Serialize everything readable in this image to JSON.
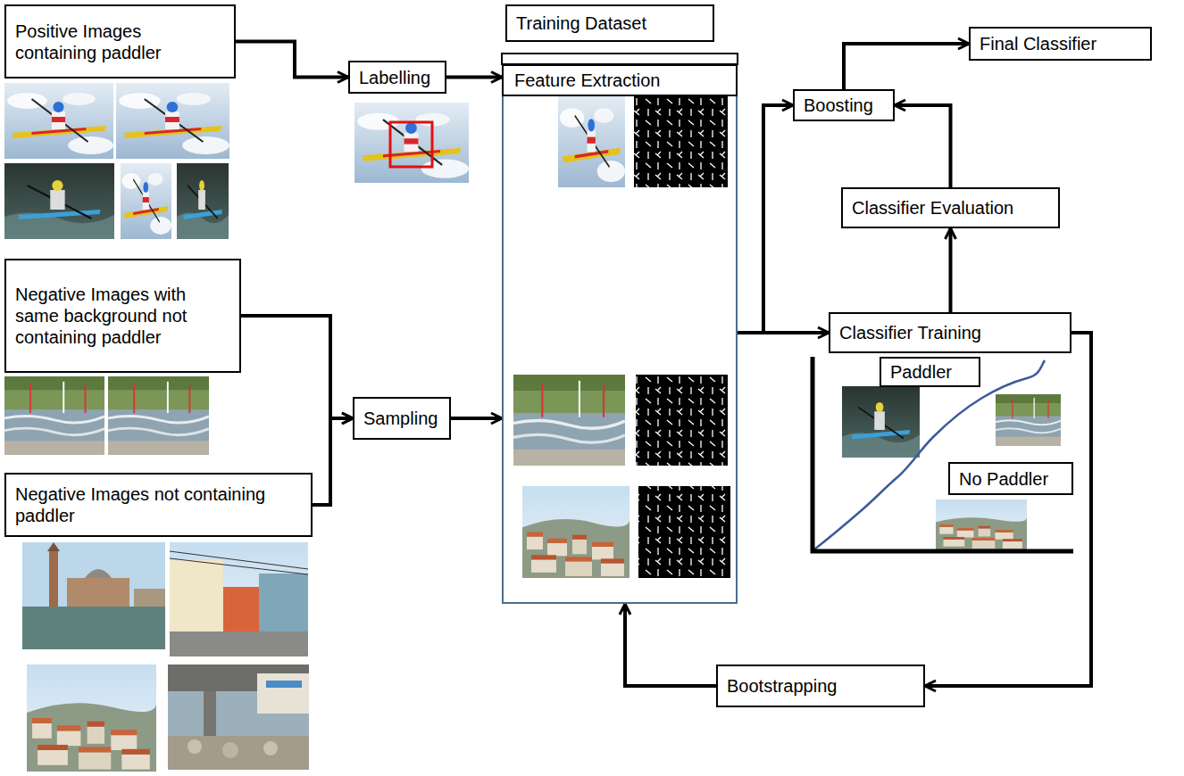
{
  "diagram": {
    "nodes": [
      {
        "text": [
          "Positive Images containing paddler"
        ]
      },
      {
        "text": [
          "Training Dataset"
        ]
      },
      {
        "text": [
          "Final Classifier"
        ]
      },
      {
        "text": [
          "Labelling"
        ]
      },
      {
        "text": [
          "Feature Extraction"
        ]
      },
      {
        "text": [
          "Boosting"
        ]
      },
      {
        "text": [
          "Classifier Evaluation"
        ]
      },
      {
        "text": [
          "Negative Images with same background not containing paddler"
        ]
      },
      {
        "text": [
          "Classifier Training"
        ]
      },
      {
        "text": [
          "Paddler"
        ]
      },
      {
        "text": [
          "Sampling"
        ]
      },
      {
        "text": [
          "No Paddler"
        ]
      },
      {
        "text": [
          "Negative Images not containing paddler"
        ]
      },
      {
        "text": [
          "Bootstrapping"
        ]
      }
    ],
    "edges": [
      {
        "from": 0,
        "to": 3,
        "arrow": "to"
      },
      {
        "from": 3,
        "to": 4,
        "arrow": "to"
      },
      {
        "from": 7,
        "to": 10,
        "arrow": "to"
      },
      {
        "from": 12,
        "to": 10,
        "arrow": "to"
      },
      {
        "from": 10,
        "to": 4,
        "arrow": "to"
      },
      {
        "from": 4,
        "to": 8,
        "arrow": "to"
      },
      {
        "from": 4,
        "to": 5,
        "arrow": "to"
      },
      {
        "from": 8,
        "to": 6,
        "arrow": "to"
      },
      {
        "from": 6,
        "to": 5,
        "arrow": "to"
      },
      {
        "from": 5,
        "to": 2,
        "arrow": "to"
      },
      {
        "from": 8,
        "to": 13,
        "arrow": "to"
      },
      {
        "from": 13,
        "to": 4,
        "arrow": "to"
      }
    ]
  }
}
